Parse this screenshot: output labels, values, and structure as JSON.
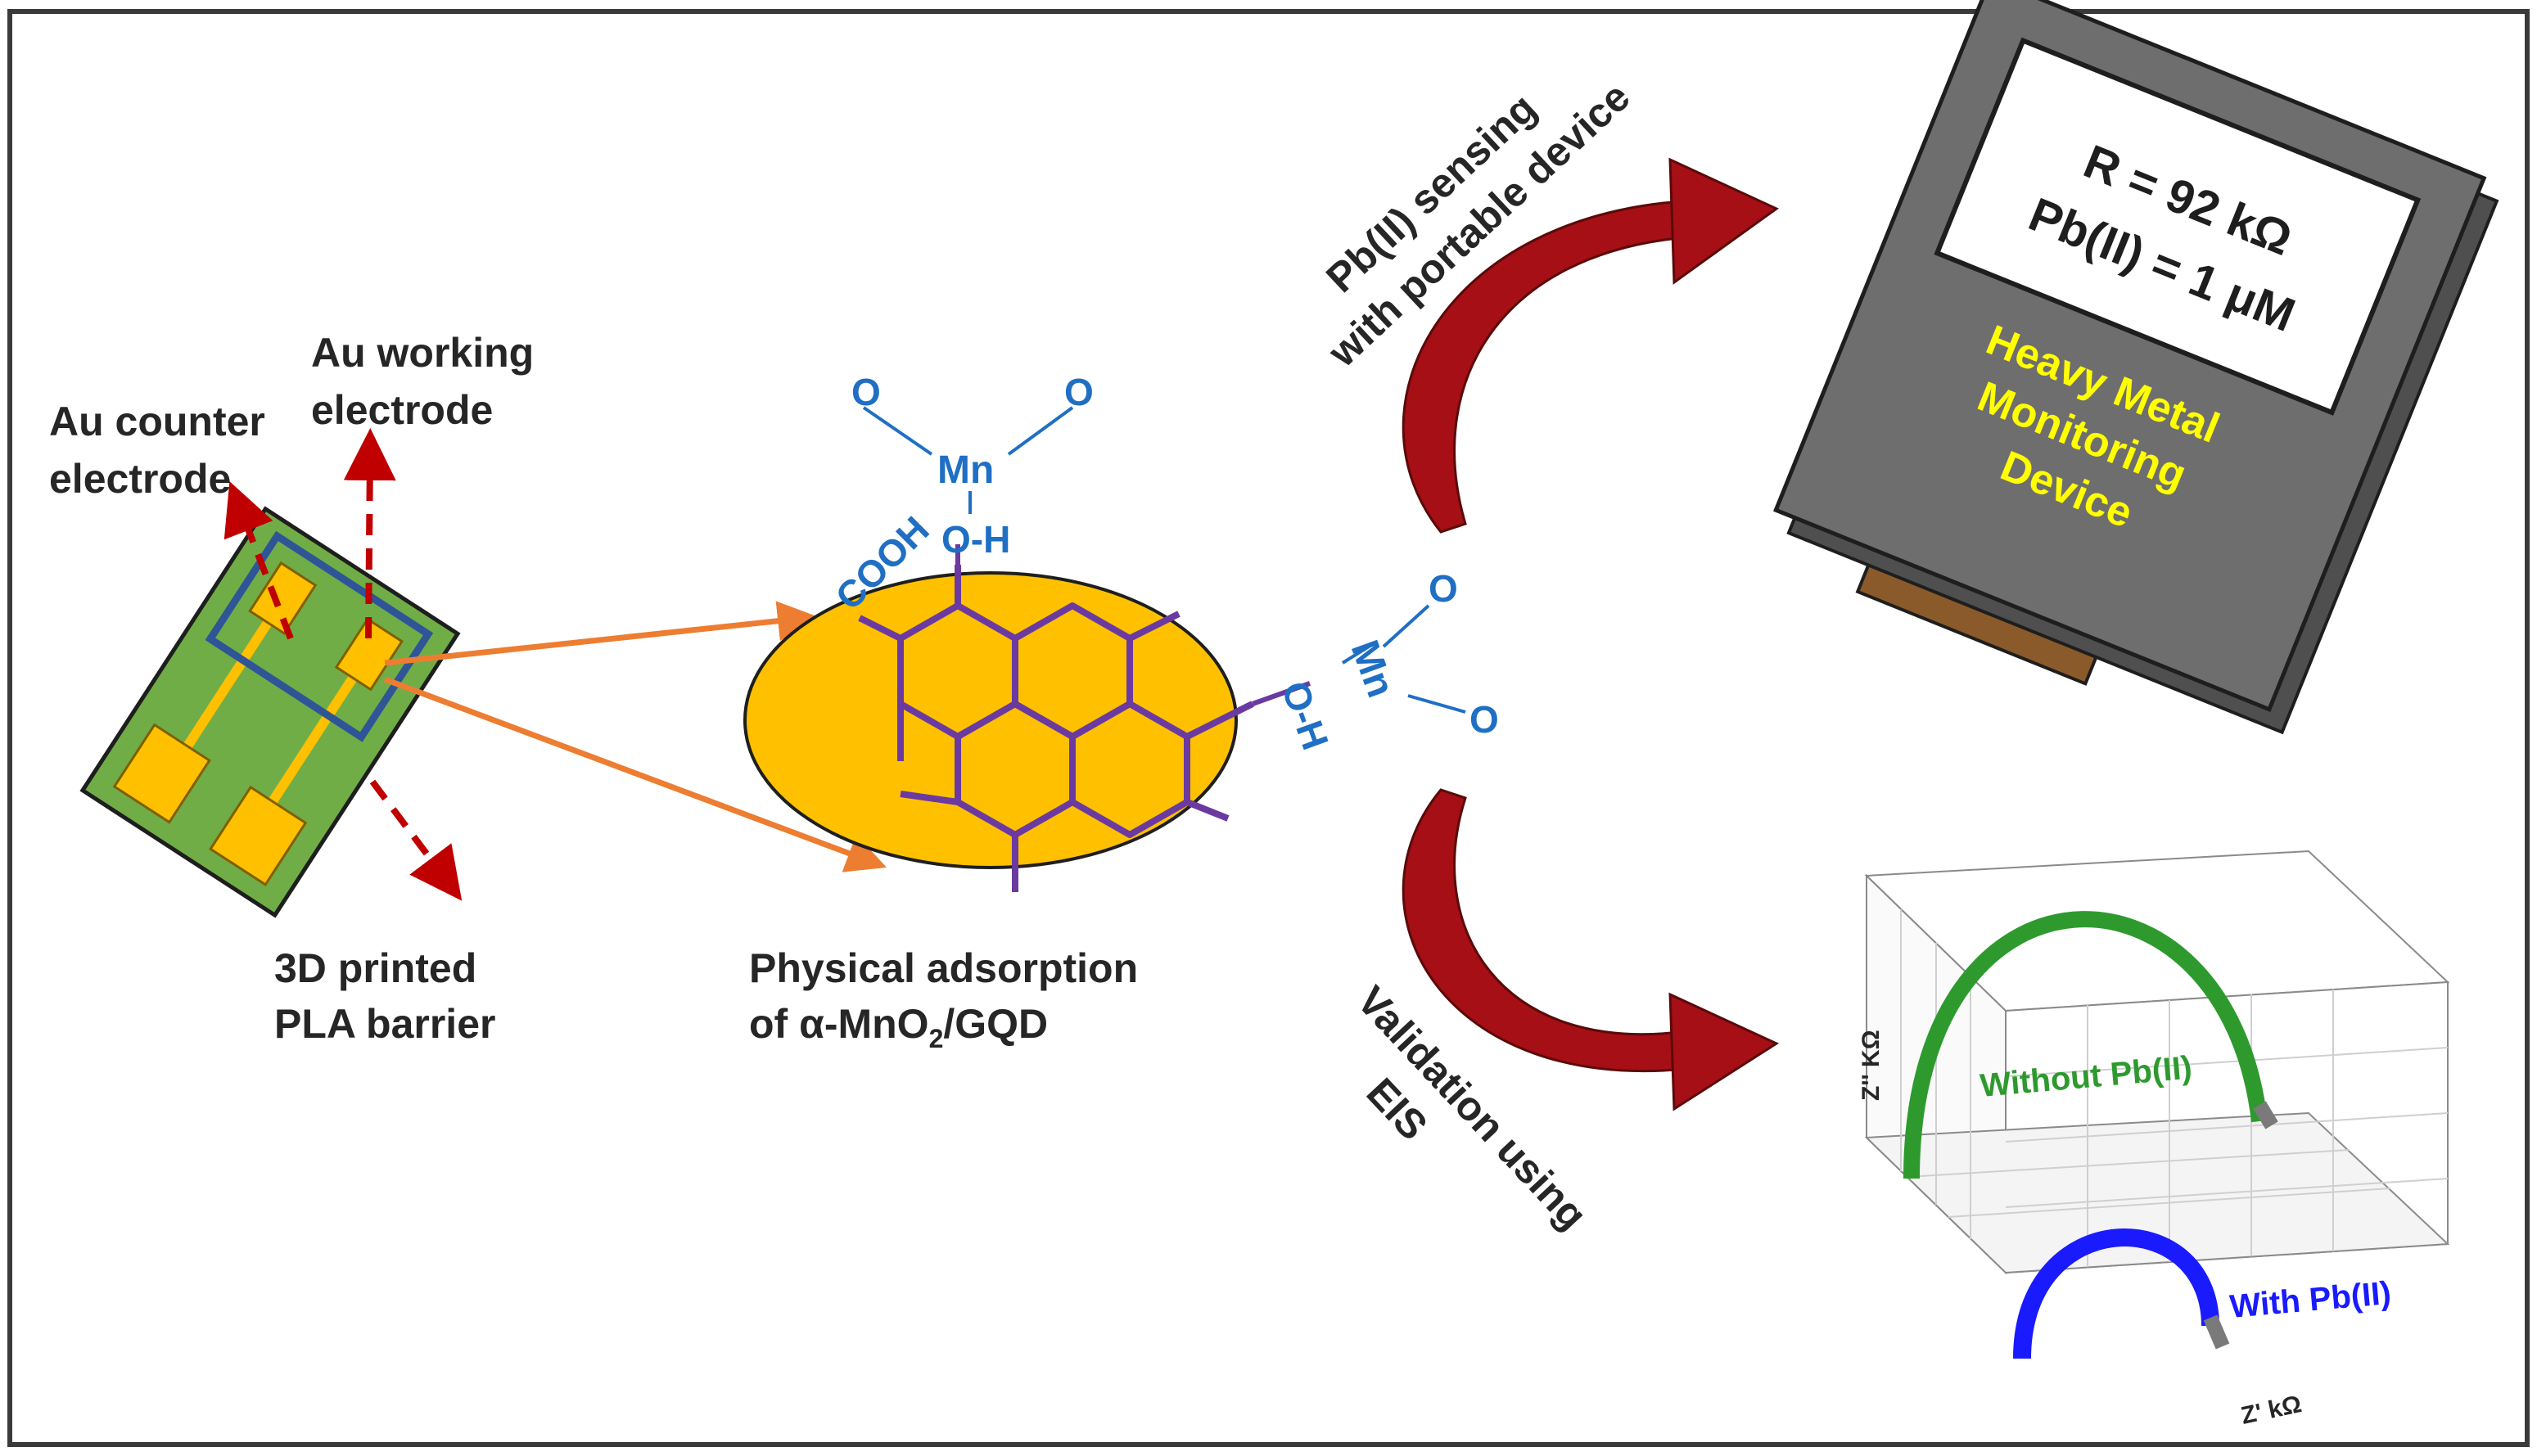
{
  "colors": {
    "border": "#3a3a3a",
    "label_text": "#262626",
    "chem_blue": "#1f6fc4",
    "gqd_purple": "#6b3aa0",
    "disc_fill": "#ffc000",
    "chip_green": "#70ad47",
    "electrode_gold": "#ffc000",
    "barrier_blue": "#2f5597",
    "pointer_red": "#c00000",
    "curved_arrow_red": "#a50f15",
    "orange_line": "#ed7d31",
    "device_gray": "#6e6e6e",
    "device_text_yellow": "#ffff00",
    "port_brown": "#8b5a2b",
    "curve_green": "#2e9a2e",
    "curve_blue": "#1a1aff"
  },
  "sensor": {
    "counter_electrode": [
      "Au counter",
      "electrode"
    ],
    "working_electrode": [
      "Au working",
      "electrode"
    ],
    "barrier_label": [
      "3D printed",
      "PLA barrier"
    ]
  },
  "chemistry": {
    "adsorption_label_1": "Physical adsorption",
    "adsorption_label_2_prefix": "of α-MnO",
    "adsorption_label_2_sub": "2",
    "adsorption_label_2_suffix": "/GQD",
    "o": "O",
    "mn": "Mn",
    "oh": "O-H",
    "cooh": "COOH"
  },
  "arrows": {
    "sensing_label": [
      "Pb(II) sensing",
      "with portable device"
    ],
    "validation_label": [
      "Validation using",
      "EIS"
    ]
  },
  "device": {
    "screen_line_1": "R = 92 kΩ",
    "screen_line_2": "Pb(II) = 1 μM",
    "body_label": [
      "Heavy Metal",
      "Monitoring",
      "Device"
    ]
  },
  "eis_plot": {
    "y_axis_label": "Z'' KΩ",
    "x_axis_label": "Z'  kΩ",
    "series_without": "Without Pb(II)",
    "series_with": "With Pb(II)"
  }
}
